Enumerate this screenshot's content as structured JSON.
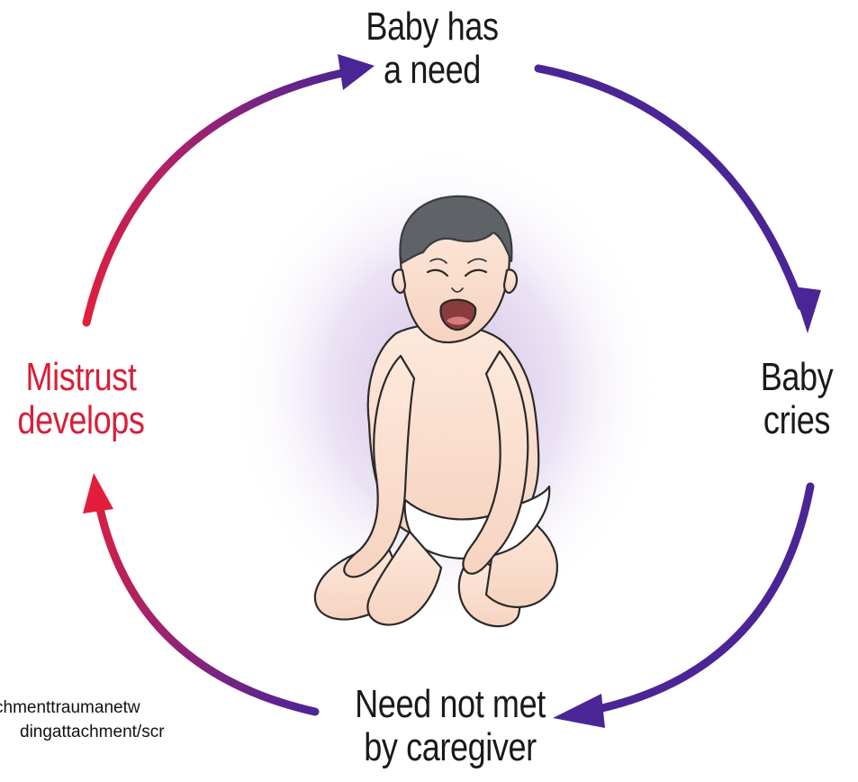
{
  "labels": {
    "need": [
      "Baby has",
      "a need"
    ],
    "cries": [
      "Baby",
      "cries"
    ],
    "not_met": [
      "Need not met",
      "by caregiver"
    ],
    "mistrust": [
      "Mistrust",
      "develops"
    ]
  },
  "source_text": [
    "chmenttraumanetw",
    "dingattachment/scr",
    "..."
  ],
  "colors": {
    "purple": "#4a2596",
    "red": "#e0203a",
    "text": "#1a1a1a",
    "mistrust_text": "#d61f3a",
    "skin": "#fbe3d4",
    "hair": "#5f6266",
    "halo": "#d6c6e6"
  }
}
